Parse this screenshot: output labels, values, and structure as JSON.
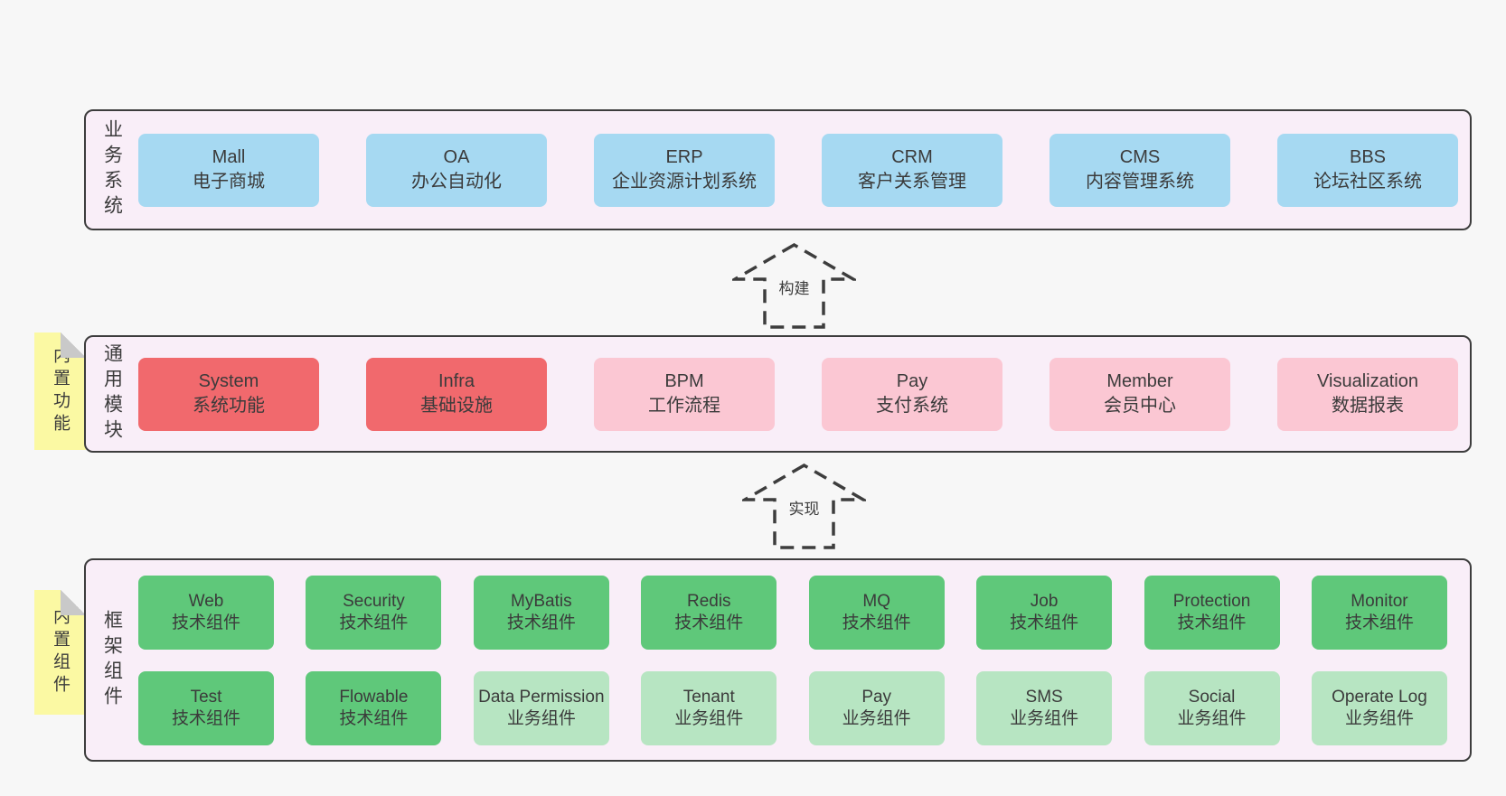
{
  "layers": [
    {
      "label": "业务系统",
      "rows": [
        [
          {
            "en": "Mall",
            "zh": "电子商城",
            "variant": "blue"
          },
          {
            "en": "OA",
            "zh": "办公自动化",
            "variant": "blue"
          },
          {
            "en": "ERP",
            "zh": "企业资源计划系统",
            "variant": "blue"
          },
          {
            "en": "CRM",
            "zh": "客户关系管理",
            "variant": "blue"
          },
          {
            "en": "CMS",
            "zh": "内容管理系统",
            "variant": "blue"
          },
          {
            "en": "BBS",
            "zh": "论坛社区系统",
            "variant": "blue"
          }
        ]
      ]
    },
    {
      "label": "通用模块",
      "note": "内置功能",
      "rows": [
        [
          {
            "en": "System",
            "zh": "系统功能",
            "variant": "red"
          },
          {
            "en": "Infra",
            "zh": "基础设施",
            "variant": "red"
          },
          {
            "en": "BPM",
            "zh": "工作流程",
            "variant": "pink"
          },
          {
            "en": "Pay",
            "zh": "支付系统",
            "variant": "pink"
          },
          {
            "en": "Member",
            "zh": "会员中心",
            "variant": "pink"
          },
          {
            "en": "Visualization",
            "zh": "数据报表",
            "variant": "pink"
          }
        ]
      ]
    },
    {
      "label": "框架组件",
      "note": "内置组件",
      "rows": [
        [
          {
            "en": "Web",
            "zh": "技术组件",
            "variant": "green"
          },
          {
            "en": "Security",
            "zh": "技术组件",
            "variant": "green"
          },
          {
            "en": "MyBatis",
            "zh": "技术组件",
            "variant": "green"
          },
          {
            "en": "Redis",
            "zh": "技术组件",
            "variant": "green"
          },
          {
            "en": "MQ",
            "zh": "技术组件",
            "variant": "green"
          },
          {
            "en": "Job",
            "zh": "技术组件",
            "variant": "green"
          },
          {
            "en": "Protection",
            "zh": "技术组件",
            "variant": "green"
          },
          {
            "en": "Monitor",
            "zh": "技术组件",
            "variant": "green"
          }
        ],
        [
          {
            "en": "Test",
            "zh": "技术组件",
            "variant": "green"
          },
          {
            "en": "Flowable",
            "zh": "技术组件",
            "variant": "green"
          },
          {
            "en": "Data Permission",
            "zh": "业务组件",
            "variant": "lightgreen"
          },
          {
            "en": "Tenant",
            "zh": "业务组件",
            "variant": "lightgreen"
          },
          {
            "en": "Pay",
            "zh": "业务组件",
            "variant": "lightgreen"
          },
          {
            "en": "SMS",
            "zh": "业务组件",
            "variant": "lightgreen"
          },
          {
            "en": "Social",
            "zh": "业务组件",
            "variant": "lightgreen"
          },
          {
            "en": "Operate Log",
            "zh": "业务组件",
            "variant": "lightgreen"
          }
        ]
      ]
    }
  ],
  "arrows": [
    {
      "label": "构建"
    },
    {
      "label": "实现"
    }
  ],
  "colors": {
    "page_bg": "#f7f7f7",
    "panel_bg": "#f9eef8",
    "panel_border": "#3d3d3d",
    "blue": "#a6d9f2",
    "red": "#f1696d",
    "pink": "#fbc7d3",
    "green": "#5fc87a",
    "light_green": "#b7e5c2",
    "note_yellow": "#fbf9a3",
    "note_fold": "#c9c9c9",
    "text": "#3b3b3b"
  }
}
